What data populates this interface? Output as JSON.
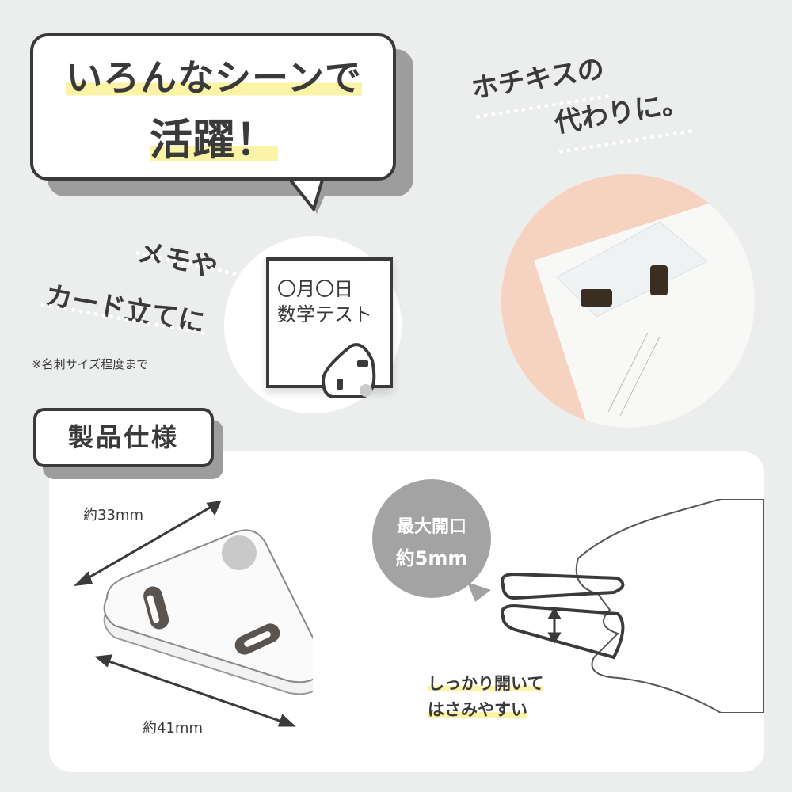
{
  "headline": {
    "line1": "いろんなシーンで",
    "line2": "活躍！"
  },
  "stapler": {
    "line1": "ホチキスの",
    "line2": "代わりに。"
  },
  "memo_stand": {
    "line1": "メモや",
    "line2": "カード立てに",
    "note": "※名刺サイズ程度まで"
  },
  "memo_card": {
    "line1": "〇月〇日",
    "line2": "数学テスト"
  },
  "spec": {
    "title": "製品仕様",
    "width_label": "約33mm",
    "base_label": "約41mm"
  },
  "opening": {
    "line1": "最大開口",
    "line2": "約5mm"
  },
  "caption": {
    "line1": "しっかり開いて",
    "line2": "はさみやすい"
  },
  "colors": {
    "background": "#eceeee",
    "ink": "#3a3a3a",
    "peach": "#f6d2c0",
    "highlight": "#fbf3a6",
    "gray": "#a3a3a3"
  }
}
